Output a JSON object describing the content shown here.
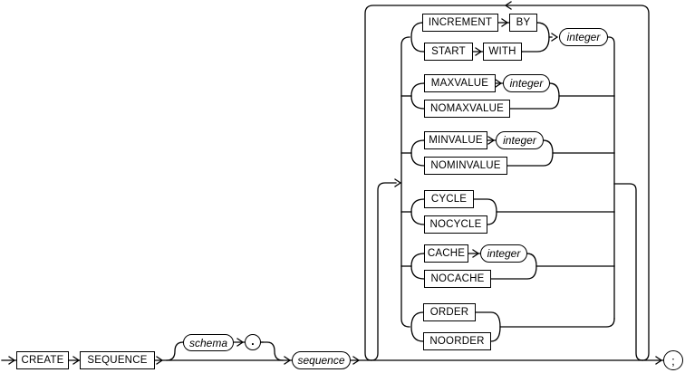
{
  "railroad": {
    "start": {
      "create": "CREATE",
      "sequence_keyword": "SEQUENCE"
    },
    "schema_clause": {
      "schema": "schema",
      "dot": "."
    },
    "sequence_name": "sequence",
    "groups": {
      "increment": "INCREMENT",
      "by": "BY",
      "start": "START",
      "with": "WITH",
      "integer": "integer",
      "maxvalue": "MAXVALUE",
      "nomaxvalue": "NOMAXVALUE",
      "minvalue": "MINVALUE",
      "nominvalue": "NOMINVALUE",
      "cycle": "CYCLE",
      "nocycle": "NOCYCLE",
      "cache": "CACHE",
      "nocache": "NOCACHE",
      "order": "ORDER",
      "noorder": "NOORDER"
    },
    "terminator": ";"
  },
  "colors": {
    "line": "#000000",
    "background": "#ffffff",
    "box_fill": "#ffffff"
  }
}
